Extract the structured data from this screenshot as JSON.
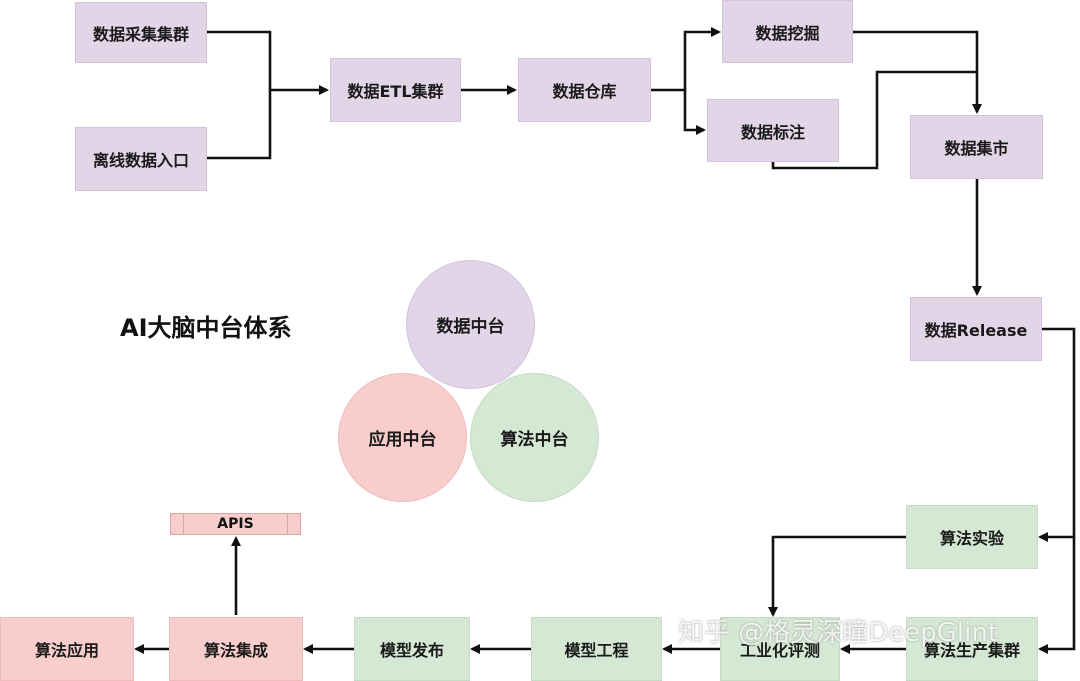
{
  "title": "AI大脑中台体系",
  "nodes": {
    "data_collection": "数据采集集群",
    "offline_entry": "离线数据入口",
    "etl_cluster": "数据ETL集群",
    "warehouse": "数据仓库",
    "mining": "数据挖掘",
    "labeling": "数据标注",
    "data_mart": "数据集市",
    "data_release": "数据Release",
    "algo_experiment": "算法实验",
    "algo_production": "算法生产集群",
    "industrial_eval": "工业化评测",
    "model_engineering": "模型工程",
    "model_release": "模型发布",
    "algo_integration": "算法集成",
    "algo_application": "算法应用",
    "apis": "APIS"
  },
  "circles": {
    "data_platform": "数据中台",
    "app_platform": "应用中台",
    "algo_platform": "算法中台"
  },
  "watermark": "知乎 @格灵深瞳DeepGlint",
  "colors": {
    "purple": "#e1d5e7",
    "green": "#d5e8d4",
    "red": "#f8cecc",
    "edge": "#111111"
  }
}
